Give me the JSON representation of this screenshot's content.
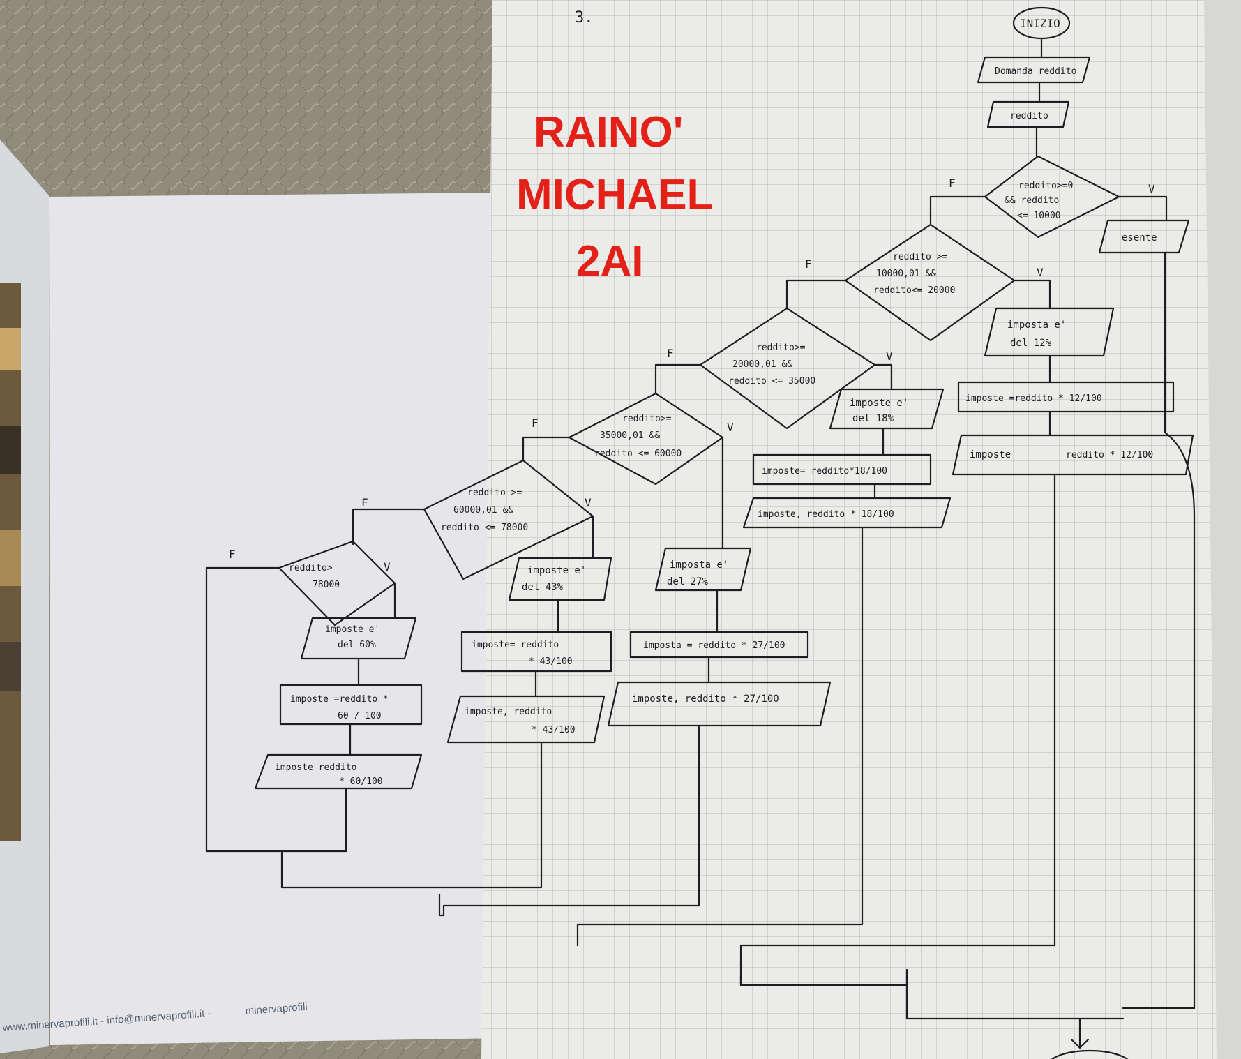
{
  "page_number": "3.",
  "signature": {
    "line1": "RAINO'",
    "line2": "MICHAEL",
    "line3": "2AI"
  },
  "footer": {
    "left": "www.minervaprofili.it - info@minervaprofili.it -",
    "right": "minervaprofili"
  },
  "flowchart": {
    "start": "INIZIO",
    "prompt": "Domanda reddito",
    "input": "reddito",
    "true_label": "V",
    "false_label": "F",
    "d1": {
      "line1": "reddito>=0",
      "line2": "&& reddito",
      "line3": "<= 10000"
    },
    "exempt": "esente",
    "d2": {
      "line1": "reddito >=",
      "line2": "10000,01 &&",
      "line3": "reddito<= 20000"
    },
    "b12": {
      "msg1": "imposta e'",
      "msg2": "del 12%",
      "calc": "imposte =reddito * 12/100",
      "out1": "imposte",
      "out2": "reddito * 12/100"
    },
    "d3": {
      "line1": "reddito>=",
      "line2": "20000,01 &&",
      "line3": "reddito <= 35000"
    },
    "b18": {
      "msg1": "imposte e'",
      "msg2": "del 18%",
      "calc": "imposte= reddito*18/100",
      "out": "imposte, reddito * 18/100"
    },
    "d4": {
      "line1": "reddito>=",
      "line2": "35000,01 &&",
      "line3": "reddito <= 60000"
    },
    "b27": {
      "msg1": "imposta e'",
      "msg2": "del 27%",
      "calc": "imposta = reddito * 27/100",
      "out": "imposte, reddito * 27/100"
    },
    "d5": {
      "line1": "reddito >=",
      "line2": "60000,01 &&",
      "line3": "reddito <= 78000"
    },
    "b43": {
      "msg1": "imposte e'",
      "msg2": "del 43%",
      "calc1": "imposte= reddito",
      "calc2": "* 43/100",
      "out1": "imposte, reddito",
      "out2": "* 43/100"
    },
    "d6": {
      "line1": "reddito>",
      "line2": "78000"
    },
    "b60": {
      "msg1": "imposte e'",
      "msg2": "del 60%",
      "calc1": "imposte =reddito *",
      "calc2": "60 / 100",
      "out1": "imposte reddito",
      "out2": "* 60/100"
    }
  },
  "colors": {
    "ink": "#1d1d24",
    "red_ink": "#e32119",
    "grid_paper": "#ebebe7",
    "grid_line": "#b7b9bb",
    "plain_paper": "#e6e6ea"
  }
}
